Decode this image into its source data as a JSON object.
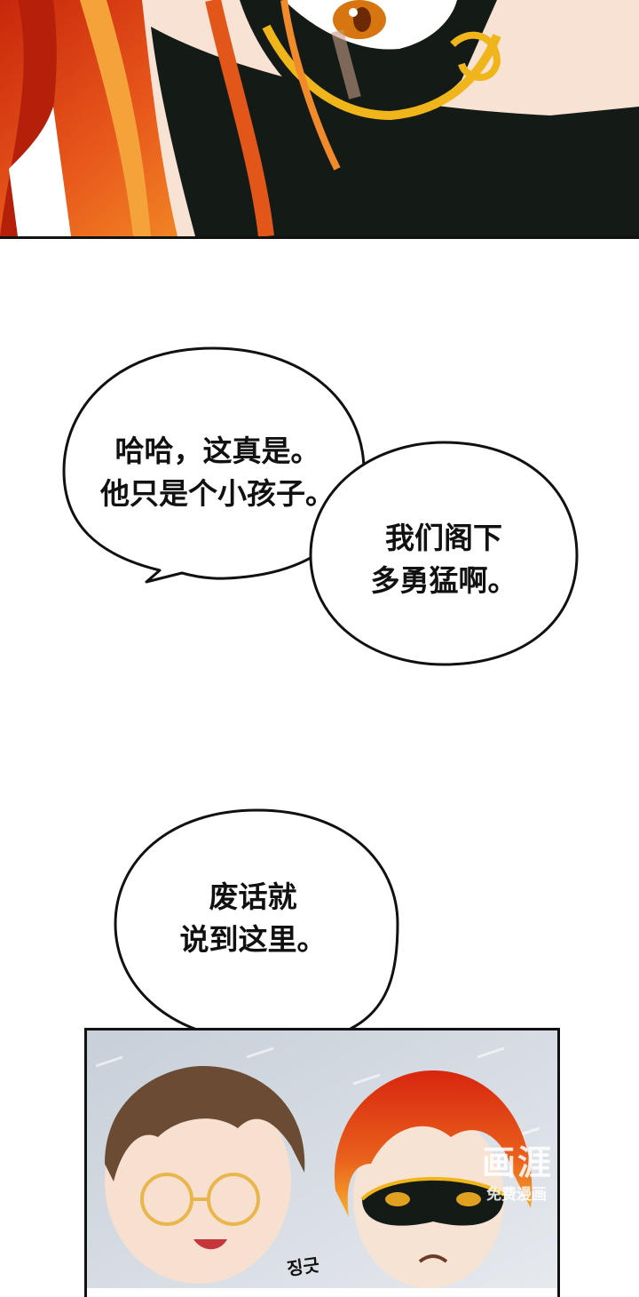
{
  "bubbles": {
    "bubble1": {
      "lines": [
        "哈哈，这真是。",
        "他只是个小孩子。"
      ]
    },
    "bubble2": {
      "lines": [
        "我们阁下",
        "多勇猛啊。"
      ]
    },
    "bubble3": {
      "lines": [
        "废话就",
        "说到这里。"
      ]
    }
  },
  "sfx": {
    "text": "징긋"
  },
  "watermark": {
    "logo": "画涯",
    "sub": "免费漫画"
  },
  "colors": {
    "hair": "#e2561a",
    "mask": "#141a16",
    "mask_trim": "#f1b51c",
    "skin": "#f7e3d6",
    "bubble_stroke": "#111111"
  }
}
